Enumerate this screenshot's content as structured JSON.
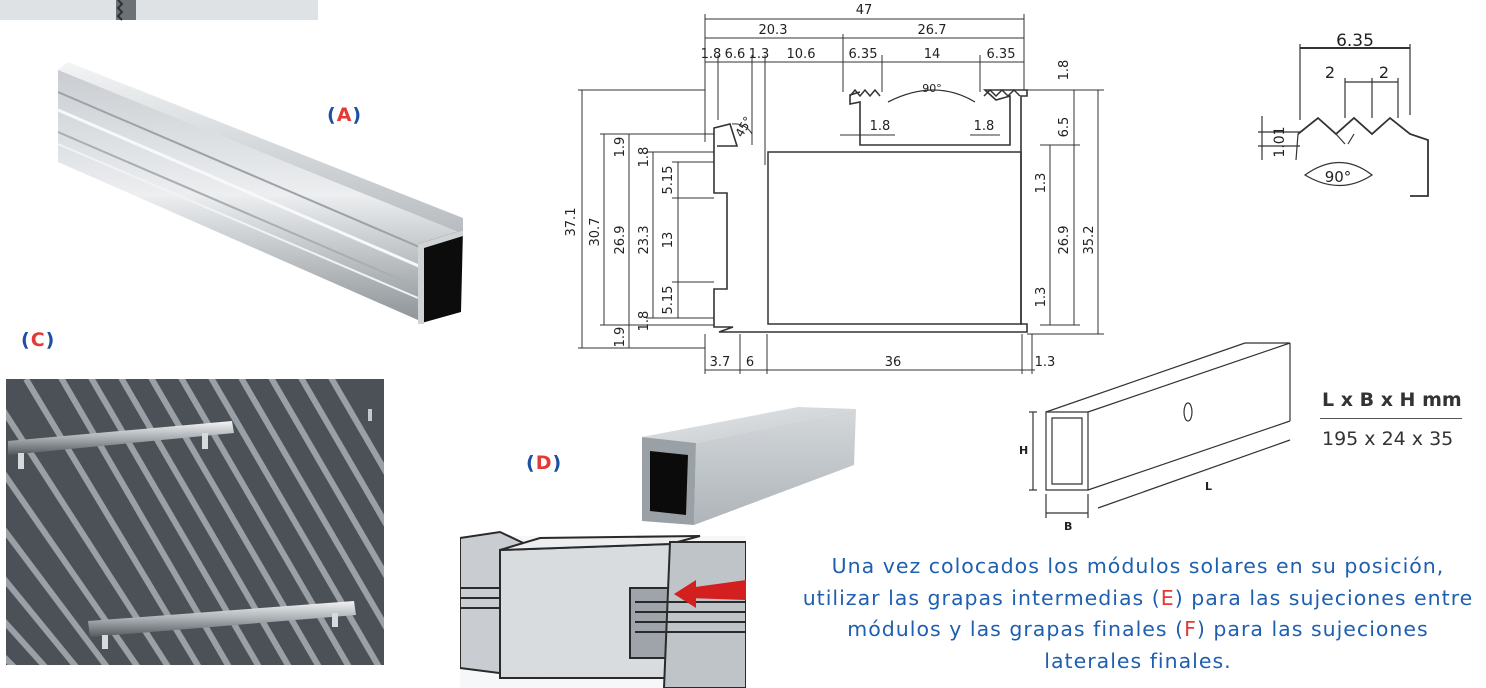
{
  "labels": {
    "a": {
      "open": "(",
      "letter": "A",
      "close": ")"
    },
    "c": {
      "open": "(",
      "letter": "C",
      "close": ")"
    },
    "d": {
      "open": "(",
      "letter": "D",
      "close": ")"
    }
  },
  "profile_drawing": {
    "dims": {
      "overall_width": "47",
      "left_part": "20.3",
      "right_part": "26.7",
      "wall_left": "1.8",
      "slot_left": "6.6",
      "wall_mid": "1.3",
      "gap_mid": "10.6",
      "tooth_left": "6.35",
      "channel": "14",
      "tooth_right": "6.35",
      "top_right_height": "1.8",
      "channel_angle": "90°",
      "inner_wall_left": "1.8",
      "inner_wall_right": "1.8",
      "right_step": "6.5",
      "hook_angle": "45°",
      "total_height": "37.1",
      "outer_height": "30.7",
      "inner_height_left": "26.9",
      "slot_height": "23.3",
      "slot_opening": "13",
      "lip_top": "5.15",
      "lip_bottom": "5.15",
      "top_gap": "1.9",
      "top_wall": "1.8",
      "bottom_wall": "1.8",
      "bottom_gap": "1.9",
      "right_wall_top": "1.3",
      "inner_height_right": "26.9",
      "right_wall_bottom": "1.3",
      "right_height": "35.2",
      "bottom_hook": "3.7",
      "bottom_slot": "6",
      "bottom_box": "36",
      "bottom_right_wall": "1.3"
    }
  },
  "tooth_detail": {
    "width": "6.35",
    "pitch_a": "2",
    "pitch_b": "2",
    "depth": "1.01",
    "angle": "90°"
  },
  "connector_drawing": {
    "h_label": "H",
    "l_label": "L",
    "b_label": "B",
    "formula": "L x B x H mm",
    "size": "195 x 24 x 35"
  },
  "caption": {
    "part1": "Una vez colocados los módulos solares en su posición, utilizar las grapas intermedias (",
    "letter_e": "E",
    "part2": ") para las sujeciones entre módulos y las grapas finales (",
    "letter_f": "F",
    "part3": ") para las sujeciones laterales finales."
  }
}
